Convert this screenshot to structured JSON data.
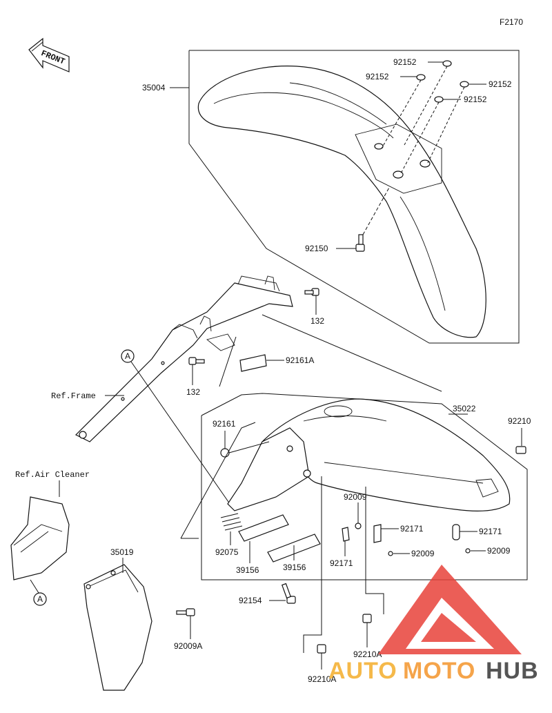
{
  "diagram_code": "F2170",
  "front_arrow_text": "FRONT",
  "callout_a": "A",
  "parts": {
    "front_fender": "35004",
    "washer_1": "92152",
    "washer_2": "92152",
    "washer_3": "92152",
    "washer_4": "92152",
    "bolt_front": "92150",
    "bolt_132_upper": "132",
    "bolt_132_lower": "132",
    "cushion_92161a": "92161A",
    "rear_fender": "35022",
    "nut_92161": "92161",
    "clip_92210_right": "92210",
    "bracket_92009": "92009",
    "spring_92075": "92075",
    "pad_39156_left": "39156",
    "pad_39156_right": "39156",
    "clamp_92171_left": "92171",
    "clamp_92171_mid": "92171",
    "clamp_92171_right": "92171",
    "screw_92009_mid": "92009",
    "screw_92009_right": "92009",
    "bolt_92154": "92154",
    "mudguard_35019": "35019",
    "bolt_92009a": "92009A",
    "clip_92210a_right": "92210A",
    "clip_92210a_left": "92210A"
  },
  "references": {
    "frame": "Ref.Frame",
    "air_cleaner": "Ref.Air Cleaner"
  },
  "watermark": {
    "auto": "AUTO",
    "moto": "MOTO",
    "hub": "HUB",
    "accent_color": "#e8423a",
    "orange_color": "#f5a44a",
    "gray_color": "#555555"
  }
}
